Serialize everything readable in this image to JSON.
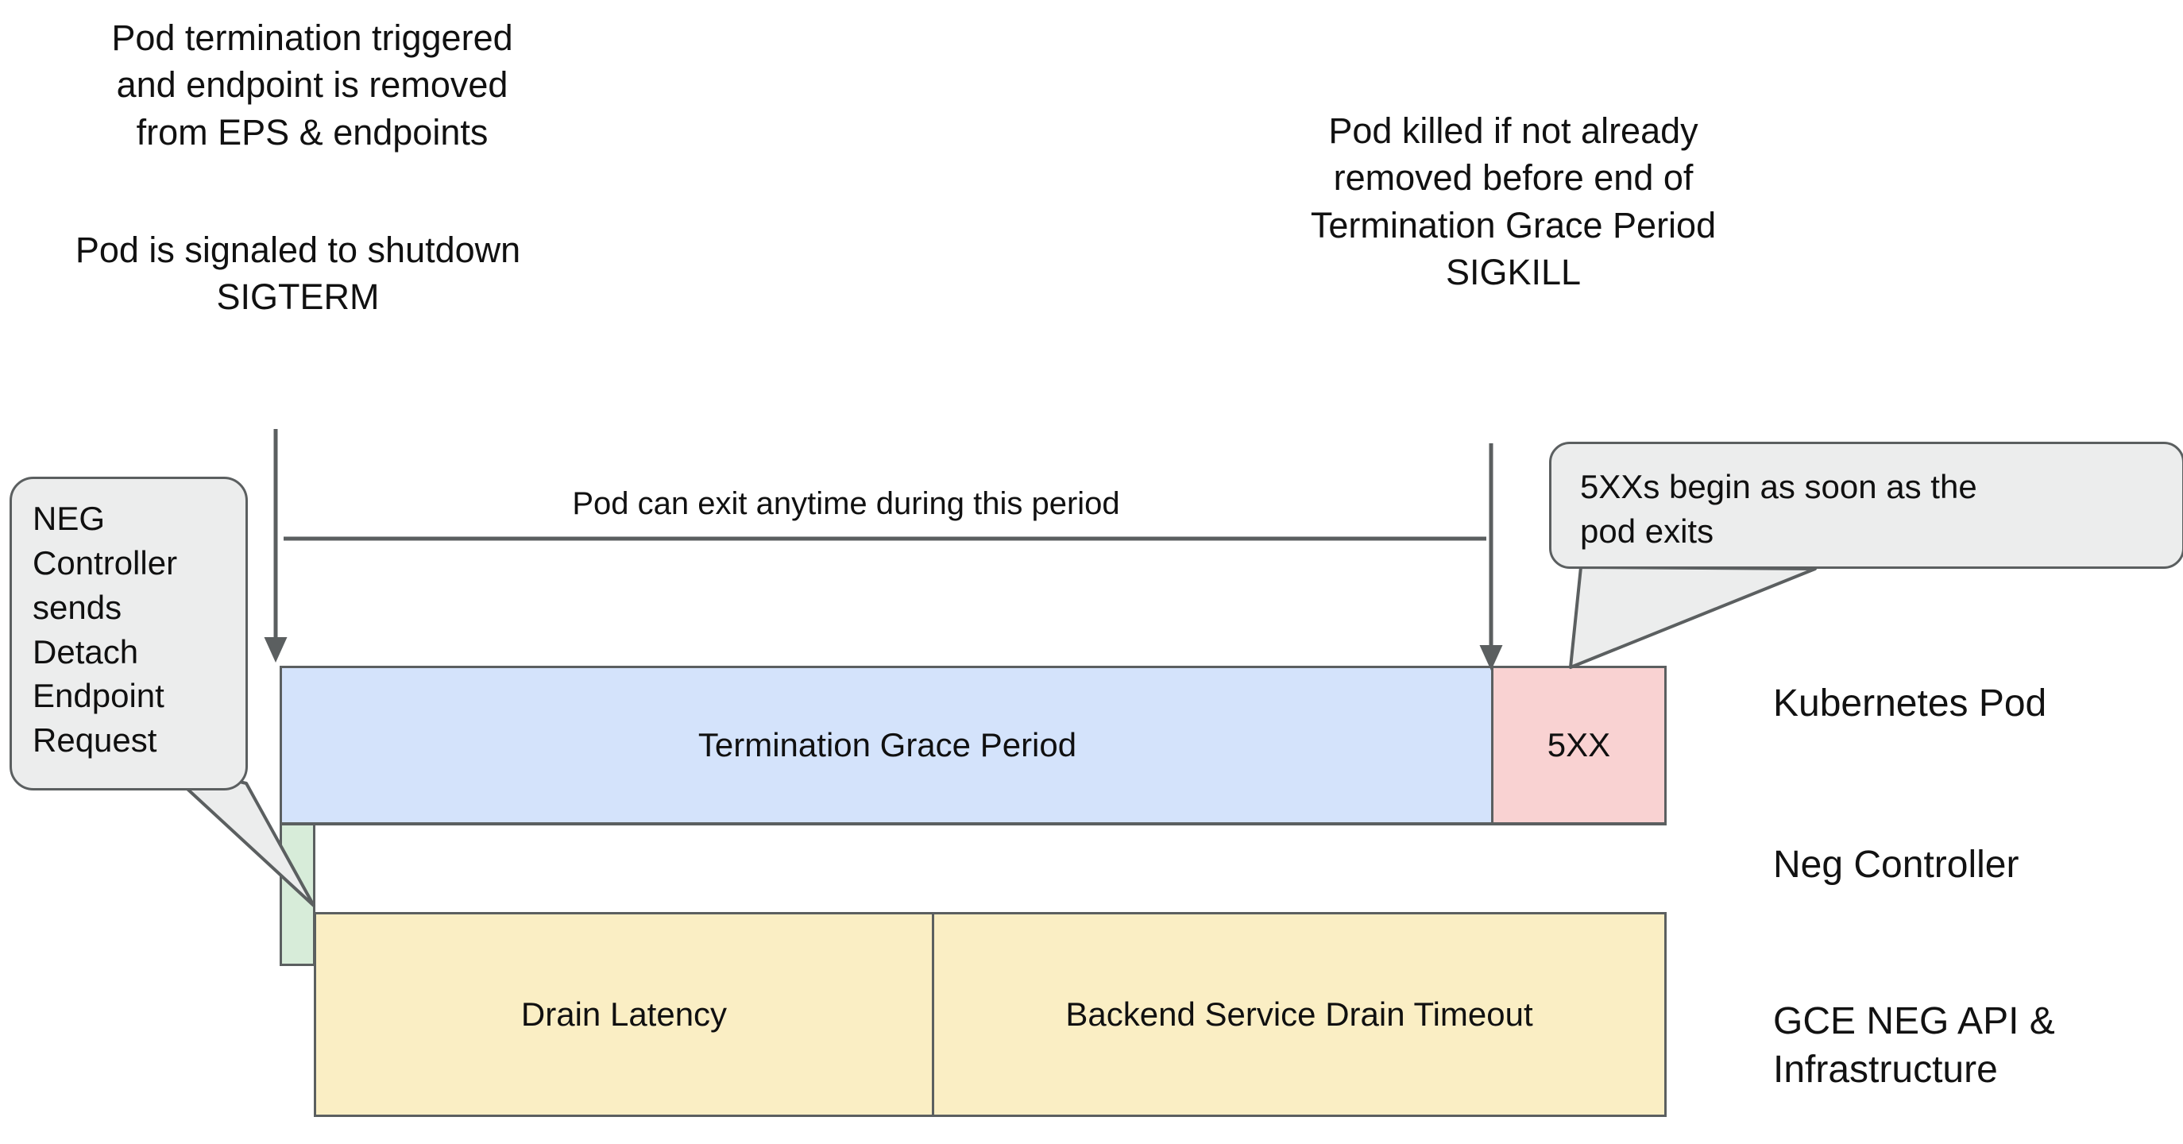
{
  "diagram": {
    "title": "Kubernetes Pod termination and GCE NEG drain timeline",
    "colors": {
      "termination_grace_period": "#d4e3fb",
      "error_5xx": "#f9d2d2",
      "neg_controller": "#d7ecd9",
      "gce_drain": "#faeec4",
      "callout_background": "#eceded",
      "stroke": "#5b5f60",
      "background": "#ffffff",
      "text": "#101010"
    }
  },
  "notes": {
    "termination_trigger": "Pod termination triggered\nand endpoint is removed\nfrom EPS & endpoints",
    "sigterm": "Pod is signaled to shutdown\nSIGTERM",
    "sigkill": "Pod killed if not already\nremoved before end of\nTermination Grace Period\nSIGKILL"
  },
  "timeline": {
    "caption": "Pod can exit anytime during this period"
  },
  "callouts": {
    "neg_controller": "NEG\nController\nsends\nDetach\nEndpoint\nRequest",
    "five_xx": "5XXs begin as soon as the\npod exits"
  },
  "bars": {
    "termination_grace_period": "Termination Grace Period",
    "five_xx": "5XX",
    "neg_controller": "",
    "drain_latency": "Drain Latency",
    "backend_service_drain_timeout": "Backend Service Drain Timeout"
  },
  "row_labels": {
    "kubernetes_pod": "Kubernetes Pod",
    "neg_controller": "Neg Controller",
    "gce_neg_api": "GCE NEG API &\nInfrastructure"
  },
  "chart_data": {
    "type": "bar",
    "orientation": "horizontal-timeline",
    "title": "Pod termination and NEG drain timeline",
    "x": "time",
    "xlim": [
      352,
      2098
    ],
    "grid": false,
    "legend": "none",
    "lanes": [
      {
        "name": "Kubernetes Pod",
        "segments": [
          {
            "label": "Termination Grace Period",
            "x_start": 352,
            "x_end": 1879,
            "color": "#d4e3fb"
          },
          {
            "label": "5XX",
            "x_start": 1877,
            "x_end": 2098,
            "color": "#f9d2d2"
          }
        ]
      },
      {
        "name": "Neg Controller",
        "segments": [
          {
            "label": "",
            "x_start": 352,
            "x_end": 397,
            "color": "#d7ecd9"
          }
        ]
      },
      {
        "name": "GCE NEG API & Infrastructure",
        "segments": [
          {
            "label": "Drain Latency",
            "x_start": 395,
            "x_end": 1173,
            "color": "#faeec4"
          },
          {
            "label": "Backend Service Drain Timeout",
            "x_start": 1173,
            "x_end": 2098,
            "color": "#faeec4"
          }
        ]
      }
    ],
    "markers": [
      {
        "label": "Pod termination triggered / SIGTERM",
        "x": 347
      },
      {
        "label": "SIGKILL at end of Termination Grace Period",
        "x": 1877
      }
    ],
    "annotations": [
      {
        "text": "Pod can exit anytime during this period",
        "x_start": 357,
        "x_end": 1871,
        "y": 678
      }
    ]
  }
}
